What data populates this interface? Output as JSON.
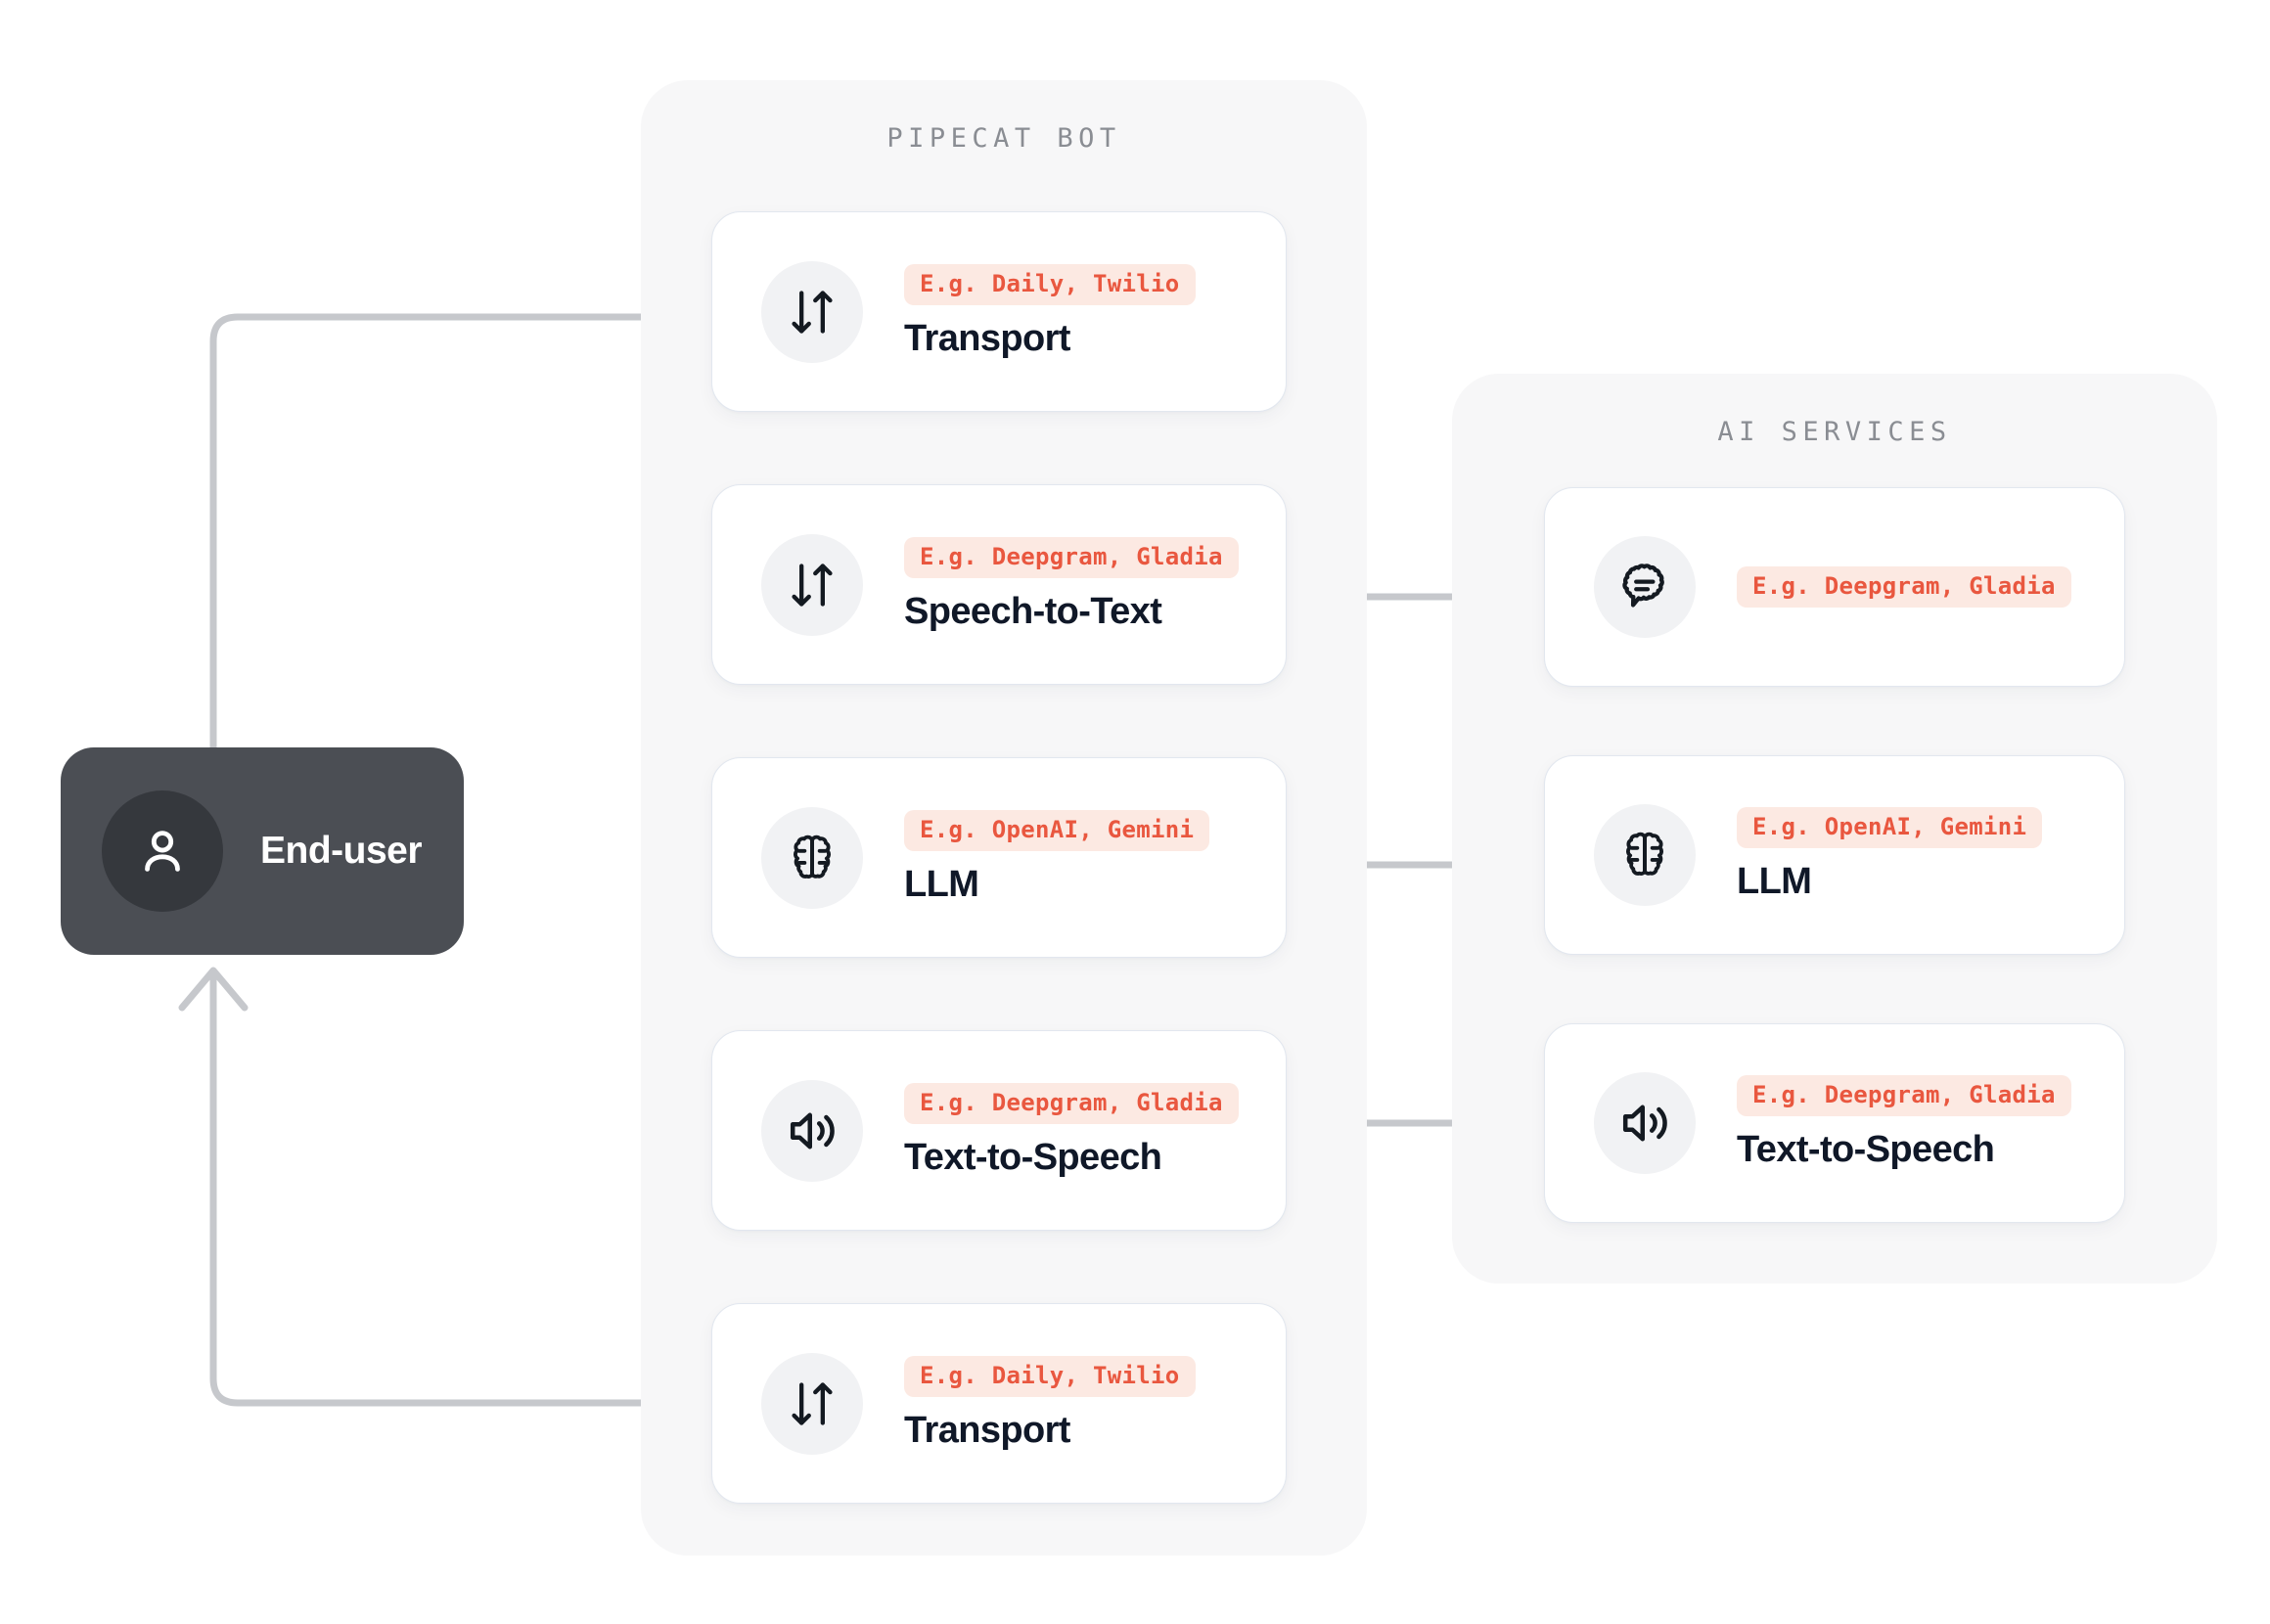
{
  "colors": {
    "page_background": "#ffffff",
    "panel_background": "#f7f7f8",
    "card_background": "#ffffff",
    "card_border": "#e2e7ef",
    "badge_background": "#fce9e2",
    "badge_text": "#e9573f",
    "title_text": "#101828",
    "panel_title_text": "#8a8d93",
    "connector": "#c6c8cc",
    "enduser_background": "#4b4e54",
    "enduser_avatar": "#35383d",
    "enduser_text": "#ffffff",
    "icon_circle": "#f1f2f4",
    "icon_stroke": "#141a21"
  },
  "end_user": {
    "label": "End-user",
    "icon": "person-icon"
  },
  "panels": [
    {
      "id": "pipecat-bot",
      "title": "PIPECAT BOT",
      "cards": [
        {
          "icon": "transport-arrows-icon",
          "badge": "E.g. Daily, Twilio",
          "title": "Transport"
        },
        {
          "icon": "transport-arrows-icon",
          "badge": "E.g. Deepgram, Gladia",
          "title": "Speech-to-Text"
        },
        {
          "icon": "brain-icon",
          "badge": "E.g. OpenAI, Gemini",
          "title": "LLM"
        },
        {
          "icon": "speaker-icon",
          "badge": "E.g. Deepgram, Gladia",
          "title": "Text-to-Speech"
        },
        {
          "icon": "transport-arrows-icon",
          "badge": "E.g. Daily, Twilio",
          "title": "Transport"
        }
      ]
    },
    {
      "id": "ai-services",
      "title": "AI SERVICES",
      "cards": [
        {
          "icon": "speech-bubble-icon",
          "badge": "E.g. Deepgram, Gladia",
          "title": ""
        },
        {
          "icon": "brain-icon",
          "badge": "E.g. OpenAI, Gemini",
          "title": "LLM"
        },
        {
          "icon": "speaker-icon",
          "badge": "E.g. Deepgram, Gladia",
          "title": "Text-to-Speech"
        }
      ]
    }
  ],
  "connectors": [
    {
      "name": "enduser-to-transport-in",
      "style": "arrow-end"
    },
    {
      "name": "transport-to-stt",
      "style": "arrow-end"
    },
    {
      "name": "stt-to-llm",
      "style": "arrow-end"
    },
    {
      "name": "llm-to-tts",
      "style": "arrow-end"
    },
    {
      "name": "tts-to-transport-out",
      "style": "arrow-end"
    },
    {
      "name": "transport-out-to-enduser",
      "style": "arrow-end"
    },
    {
      "name": "stt-to-ai-stt",
      "style": "arrow-both"
    },
    {
      "name": "llm-to-ai-llm",
      "style": "arrow-both"
    },
    {
      "name": "tts-to-ai-tts",
      "style": "arrow-both"
    }
  ]
}
